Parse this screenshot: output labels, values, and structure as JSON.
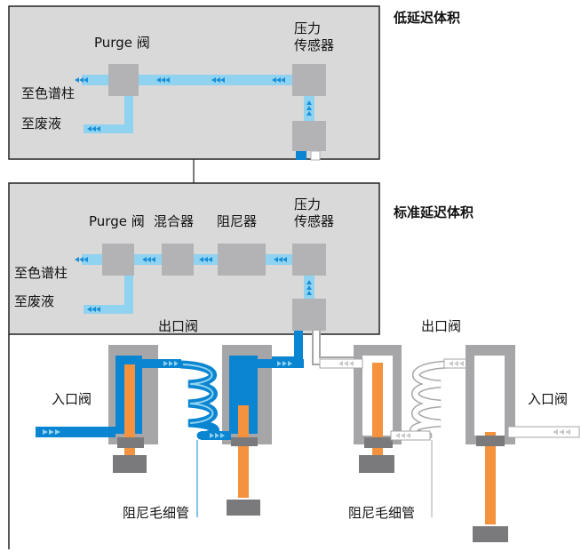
{
  "low_delay": {
    "title": "低延迟体积",
    "purge_valve": "Purge 阀",
    "pressure_sensor_line1": "压力",
    "pressure_sensor_line2": "传感器",
    "to_column": "至色谱柱",
    "to_waste": "至废液"
  },
  "standard_delay": {
    "title": "标准延迟体积",
    "purge_valve": "Purge 阀",
    "mixer": "混合器",
    "damper": "阻尼器",
    "pressure_sensor_line1": "压力",
    "pressure_sensor_line2": "传感器",
    "to_column": "至色谱柱",
    "to_waste": "至废液"
  },
  "pump": {
    "outlet_valve_left": "出口阀",
    "outlet_valve_right": "出口阀",
    "inlet_valve_left": "入口阀",
    "inlet_valve_right": "入口阀",
    "damping_capillary_left": "阻尼毛细管",
    "damping_capillary_right": "阻尼毛细管"
  },
  "colors": {
    "panel_fill": "#d9d9da",
    "block_fill": "#b3b3b6",
    "flow_blue": "#0a85d1",
    "flow_light_blue": "#8fd3f0",
    "piston_orange": "#f5923e",
    "housing_grey": "#a6a6a8",
    "base_dark": "#7a7a7c"
  }
}
